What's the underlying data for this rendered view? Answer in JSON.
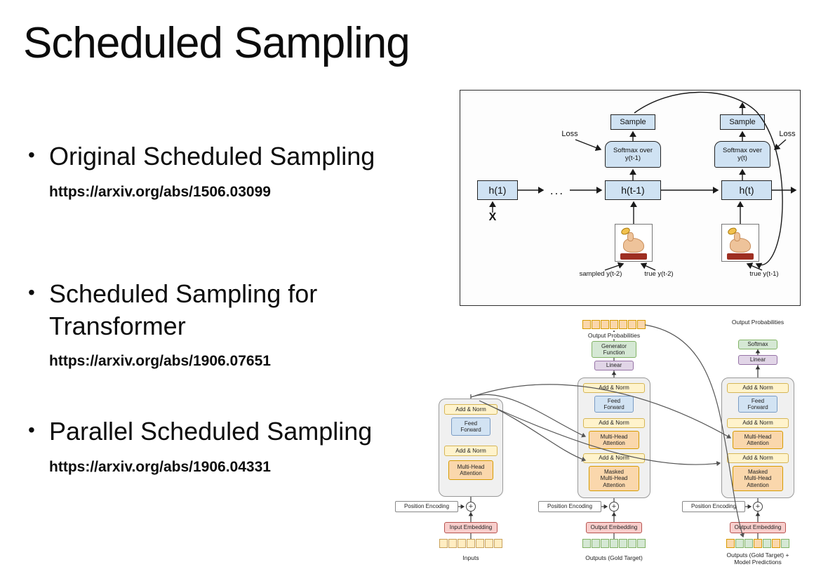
{
  "colors": {
    "rnn_node_blue": "#cfe2f3",
    "add_norm_yellow": "#fff3cc",
    "feed_forward_blue": "#d2e3f3",
    "attention_orange": "#fad7ac",
    "linear_purple": "#e1d5e7",
    "softmax_green": "#d5e8d4",
    "embedding_pink": "#f8cecc",
    "input_cell_yellow": "#ffedc2",
    "gold_cell_green": "#d5e8d4",
    "prob_cell_orange": "#fad7ac"
  },
  "slide": {
    "title": "Scheduled Sampling",
    "bullets": [
      {
        "label": "Original Scheduled Sampling",
        "url": "https://arxiv.org/abs/1506.03099"
      },
      {
        "label": "Scheduled Sampling for Transformer",
        "url": "https://arxiv.org/abs/1906.07651"
      },
      {
        "label": "Parallel Scheduled Sampling",
        "url": "https://arxiv.org/abs/1906.04331"
      }
    ]
  },
  "rnn": {
    "h1": "h(1)",
    "dots": "...",
    "ht_minus_1": "h(t-1)",
    "ht": "h(t)",
    "sample": "Sample",
    "softmax_t_minus_1": "Softmax over\ny(t-1)",
    "softmax_t": "Softmax over\ny(t)",
    "loss": "Loss",
    "x_input": "X",
    "sampled_y_t2": "sampled y(t-2)",
    "true_y_t2": "true y(t-2)",
    "true_y_t1": "true y(t-1)"
  },
  "transformer": {
    "add_norm": "Add & Norm",
    "feed_forward": "Feed\nForward",
    "multi_head_attention": "Multi-Head\nAttention",
    "masked_multi_head_attention": "Masked\nMulti-Head\nAttention",
    "generator_function": "Generator\nFunction",
    "linear": "Linear",
    "softmax": "Softmax",
    "position_encoding": "Position Encoding",
    "input_embedding": "Input Embedding",
    "output_embedding": "Output Embedding",
    "output_probabilities": "Output Probabilities",
    "inputs": "Inputs",
    "outputs_gold": "Outputs (Gold Target)",
    "outputs_gold_plus": "Outputs (Gold Target) +\nModel Predictions",
    "cell_rows": {
      "inputs": [
        "yellow",
        "yellow",
        "yellow",
        "yellow",
        "yellow",
        "yellow",
        "yellow"
      ],
      "output_probs": [
        "orange",
        "orange",
        "orange",
        "orange",
        "orange",
        "orange",
        "orange"
      ],
      "gold": [
        "green",
        "green",
        "green",
        "green",
        "green",
        "green",
        "green"
      ],
      "mixed": [
        "orange",
        "green",
        "green",
        "orange",
        "green",
        "orange",
        "green"
      ]
    }
  }
}
